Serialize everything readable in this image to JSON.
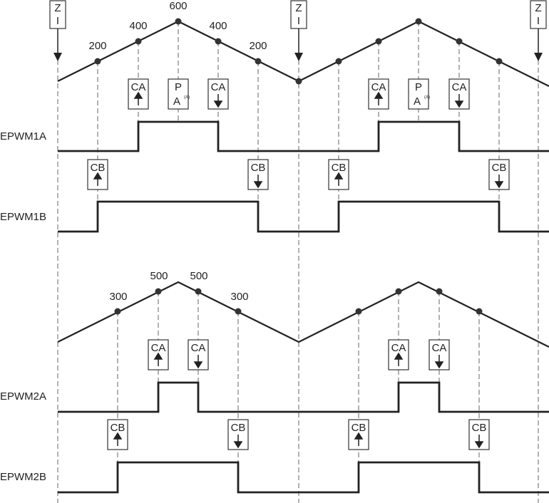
{
  "zero_event_label": [
    "Z",
    "I"
  ],
  "period_event_label": [
    "P",
    "A"
  ],
  "period_note": "(A)",
  "ca_label": "CA",
  "cb_label": "CB",
  "counter1": {
    "values": {
      "peak": "600",
      "ca": "400",
      "cb": "200"
    }
  },
  "counter2": {
    "values": {
      "ca": "500",
      "cb": "300"
    }
  },
  "signals": {
    "epwm1a": "EPWM1A",
    "epwm1b": "EPWM1B",
    "epwm2a": "EPWM2A",
    "epwm2b": "EPWM2B"
  }
}
